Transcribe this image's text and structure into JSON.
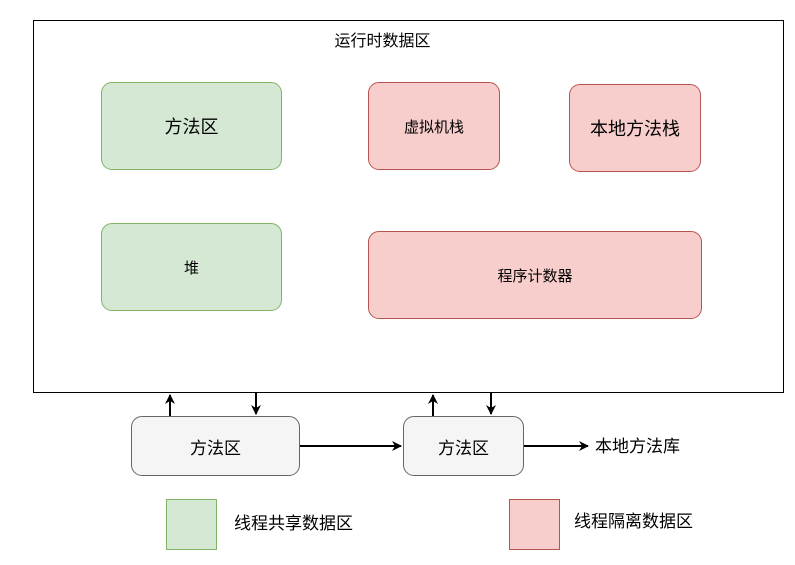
{
  "runtime_area": {
    "title": "运行时数据区"
  },
  "blocks": {
    "method_area": "方法区",
    "vm_stack": "虚拟机栈",
    "native_method_stack": "本地方法栈",
    "heap": "堆",
    "program_counter": "程序计数器"
  },
  "bottom": {
    "box_left": "方法区",
    "box_right": "方法区",
    "native_library": "本地方法库"
  },
  "legend": {
    "shared": {
      "label": "线程共享数据区",
      "color": "#d5e8d4"
    },
    "isolated": {
      "label": "线程隔离数据区",
      "color": "#f8cecc"
    }
  },
  "colors": {
    "green_fill": "#d5e8d4",
    "green_stroke": "#82b366",
    "red_fill": "#f8cecc",
    "red_stroke": "#b85450",
    "gray_fill": "#f5f5f5",
    "gray_stroke": "#666666"
  }
}
